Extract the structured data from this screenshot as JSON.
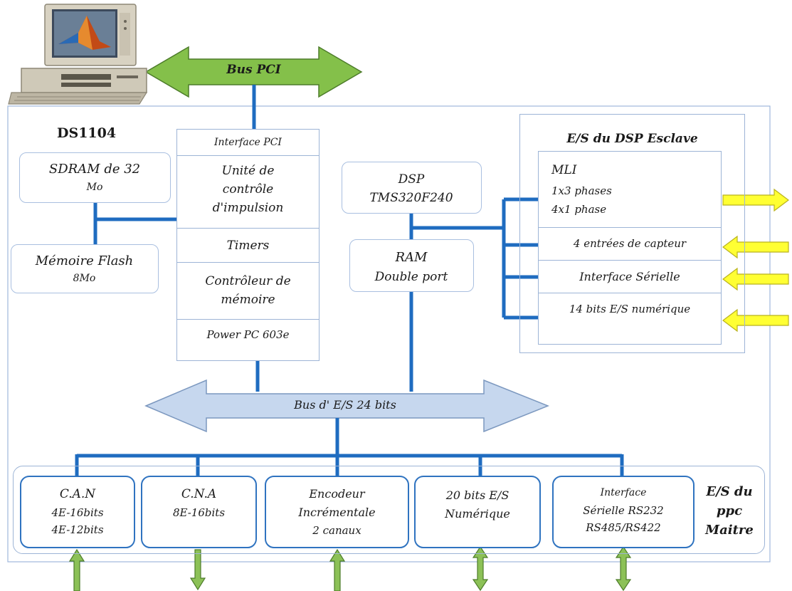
{
  "bus_pci": "Bus PCI",
  "board_name": "DS1104",
  "ppc": {
    "interface_pci": "Interface PCI",
    "impulse_unit": [
      "Unité de",
      "contrôle",
      "d'impulsion"
    ],
    "timers": "Timers",
    "memory_controller": [
      "Contrôleur de",
      "mémoire"
    ],
    "power_pc": "Power PC 603e"
  },
  "sdram": [
    "SDRAM de 32",
    "Mo"
  ],
  "flash": [
    "Mémoire Flash",
    "8Mo"
  ],
  "dsp": [
    "DSP",
    "TMS320F240"
  ],
  "ram": [
    "RAM",
    "Double port"
  ],
  "slave": {
    "title": "E/S du DSP Esclave",
    "mli": [
      "MLI",
      "1x3 phases",
      "4x1 phase"
    ],
    "sensor_inputs": "4 entrées de capteur",
    "serial": "Interface Sérielle",
    "digital": "14 bits E/S numérique"
  },
  "io_bus": "Bus d' E/S 24 bits",
  "master": {
    "title": [
      "E/S du",
      "ppc",
      "Maitre"
    ],
    "adc": [
      "C.A.N",
      "4E-16bits",
      "4E-12bits"
    ],
    "dac": [
      "C.N.A",
      "8E-16bits"
    ],
    "encoder": [
      "Encodeur",
      "Incrémentale",
      "2 canaux"
    ],
    "digital": [
      "20 bits E/S",
      "Numérique"
    ],
    "serial": [
      "Interface",
      "Sérielle RS232",
      "RS485/RS422"
    ]
  },
  "colors": {
    "connector_blue": "#1f6cc0",
    "pci_arrow_green": "#84c04a",
    "io_arrow_green": "#8cc157",
    "io_bus_fill": "#c6d7ee",
    "signal_arrow_yellow": "#ffff33",
    "box_border": "#a9bfe0"
  },
  "icons": [
    "computer-icon",
    "matlab-logo-icon"
  ]
}
